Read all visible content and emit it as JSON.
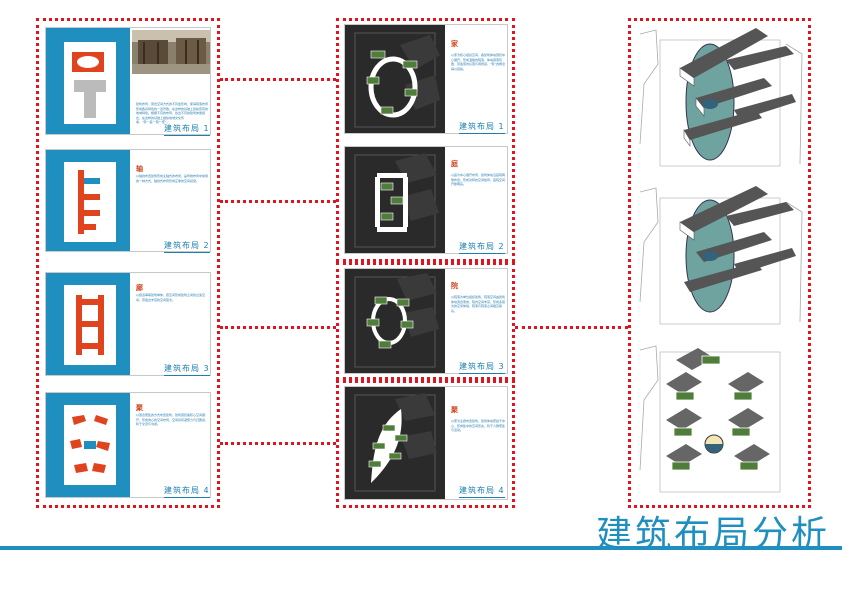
{
  "page_title": "建筑布局分析",
  "left_column": [
    {
      "label": "建筑布局 1",
      "char": "",
      "text": "建筑布局、围合空间方式的不同会影响，使得院落布局形成各具特色的一道景致，在这样的基础上延续原有的地域特色。根据不同的布局，给出不同的建筑体量组合，在这样的基础上继续地域文化传承，“家”“庭”“院”“聚”。"
    },
    {
      "label": "建筑布局 2",
      "char": "轴",
      "text": "以轴线布置建筑形成主轴式的布局，是传统布局中常用的一种方式，轴线式布局形成庄重的空间感受。"
    },
    {
      "label": "建筑布局 3",
      "char": "廊",
      "text": "以廊道串联建筑单体，廊空间形成建筑之间的过渡空间，营造出丰富的空间层次。"
    },
    {
      "label": "建筑布局 4",
      "char": "聚",
      "text": "以围合聚集的方式布置建筑，建筑围绕着核心空间展开，形成向心的空间布局，空间具有凝聚力与归属感，利于交流与沟通。"
    }
  ],
  "middle_column": [
    {
      "label": "建筑布局 1",
      "char": "家",
      "text": "以家为核心组织空间，各建筑体块围绕中心展开，形成温馨的院落，体块错落有致，营造家的氛围与场所感，“家”的概念得以延续。"
    },
    {
      "label": "建筑布局 2",
      "char": "庭",
      "text": "以庭为中心展开布局，建筑体块沿庭院两侧布置，形成对称的空间格局，庭院空间开敞明亮。"
    },
    {
      "label": "建筑布局 3",
      "char": "院",
      "text": "以院落为单位组织建筑，院落空间由建筑体块围合而成，院内空间丰富，形成多层次的空间体验，院落与院落之间相互联系。"
    },
    {
      "label": "建筑布局 4",
      "char": "聚",
      "text": "以聚为主题布置建筑，建筑体块聚拢于中心，形成集中的空间形态，利于人群聚集与活动。"
    }
  ],
  "colors": {
    "accent_blue": "#1e8fbf",
    "dot_red": "#e0141e",
    "block_red": "#e0441e",
    "block_green": "#4f7d3a",
    "dark_bg": "#2a2a2a"
  }
}
